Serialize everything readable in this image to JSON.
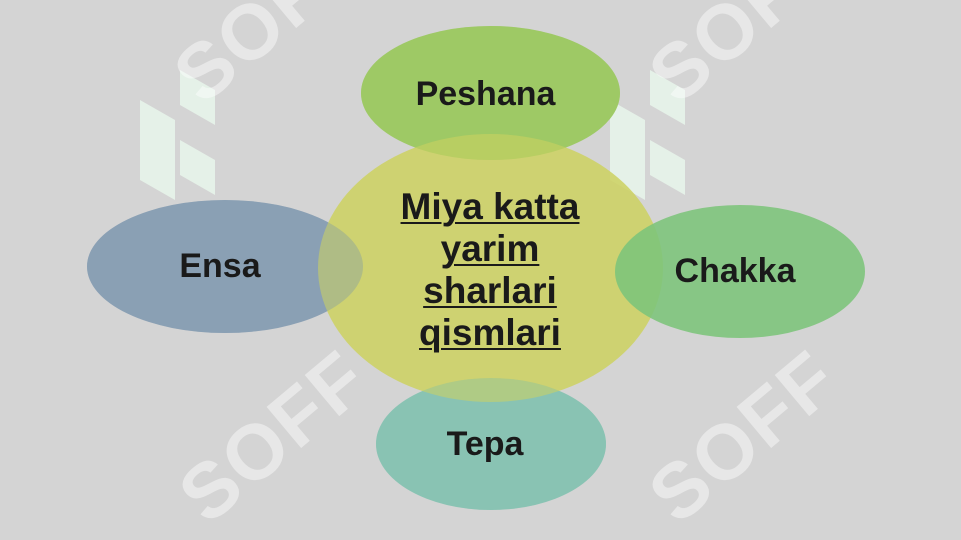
{
  "diagram": {
    "center": {
      "label": "Miya katta yarim sharlari qismlari",
      "color": "#cdd163"
    },
    "top": {
      "label": "Peshana",
      "color": "#9bc85f"
    },
    "right": {
      "label": "Chakka",
      "color": "#7cc47a"
    },
    "bottom": {
      "label": "Tepa",
      "color": "#86c3b2"
    },
    "left": {
      "label": "Ensa",
      "color": "#889eb3"
    }
  },
  "watermark": {
    "text": "SOFF",
    "color": "#ffffff",
    "icon": "logo-mark-icon"
  }
}
